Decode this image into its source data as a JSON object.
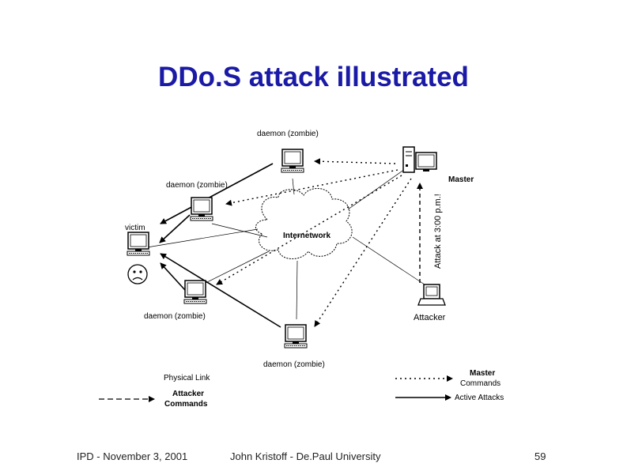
{
  "slide": {
    "title": "DDo.S attack illustrated",
    "footer_left": "IPD - November 3, 2001",
    "footer_center": "John Kristoff - De.Paul University",
    "page_number": "59"
  },
  "diagram": {
    "nodes": {
      "zombie_top": "daemon (zombie)",
      "zombie_left": "daemon (zombie)",
      "zombie_lower_left": "daemon (zombie)",
      "zombie_bottom": "daemon (zombie)",
      "victim": "victim",
      "master": "Master",
      "attacker": "Attacker",
      "cloud": "Internetwork"
    },
    "annotation": "Attack at 3:00 p.m.!",
    "legend": {
      "physical_link": "Physical Link",
      "attacker_commands_1": "Attacker",
      "attacker_commands_2": "Commands",
      "master_commands_1": "Master",
      "master_commands_2": "Commands",
      "active_attacks": "Active Attacks"
    }
  }
}
